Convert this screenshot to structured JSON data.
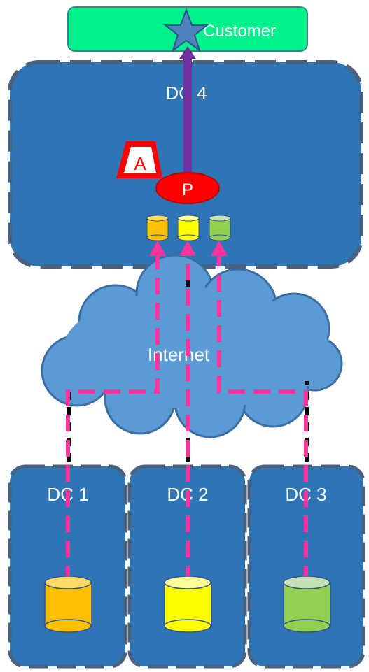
{
  "customer": {
    "label": "Customer",
    "color": "#00f08c",
    "star_color": "#4f81bd"
  },
  "dc4": {
    "label": "DC 4"
  },
  "internet": {
    "label": "Internet",
    "color": "#5b9bd5"
  },
  "dcs": [
    {
      "label": "DC 1",
      "db_color": "#ffc000"
    },
    {
      "label": "DC 2",
      "db_color": "#ffff00"
    },
    {
      "label": "DC 3",
      "db_color": "#92d050"
    }
  ],
  "badge_a": {
    "label": "A"
  },
  "process_p": {
    "label": "P",
    "color": "#ff0000"
  },
  "colors": {
    "dc_fill": "#2e75b6",
    "dc_border": "#4a6282",
    "flow": "#ff3399",
    "customer_arrow": "#7030a0"
  }
}
